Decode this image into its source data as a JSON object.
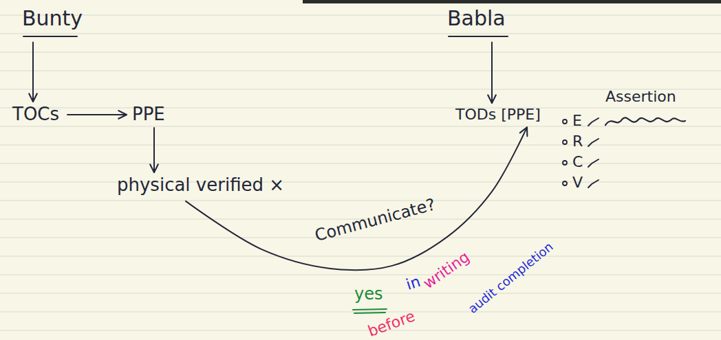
{
  "diagram": {
    "nodes": [
      {
        "text": [
          "Bunty"
        ]
      },
      {
        "text": [
          "Babla"
        ]
      },
      {
        "text": [
          "TOCs"
        ]
      },
      {
        "text": [
          "PPE"
        ]
      },
      {
        "text": [
          "TODs [PPE]"
        ]
      },
      {
        "text": [
          "physical verified ×"
        ]
      }
    ],
    "edges": [
      {
        "from": 0,
        "to": 2,
        "arrow": "to"
      },
      {
        "from": 2,
        "to": 3,
        "arrow": "to"
      },
      {
        "from": 3,
        "to": 5,
        "arrow": "to"
      },
      {
        "from": 5,
        "to": 4,
        "label": "Communicate?",
        "arrow": "to"
      },
      {
        "from": 1,
        "to": 4,
        "arrow": "to"
      }
    ],
    "labels": [
      "Assertion",
      "E",
      "R",
      "C",
      "V",
      "yes",
      "in",
      "writing",
      "before",
      "audit completion"
    ]
  }
}
